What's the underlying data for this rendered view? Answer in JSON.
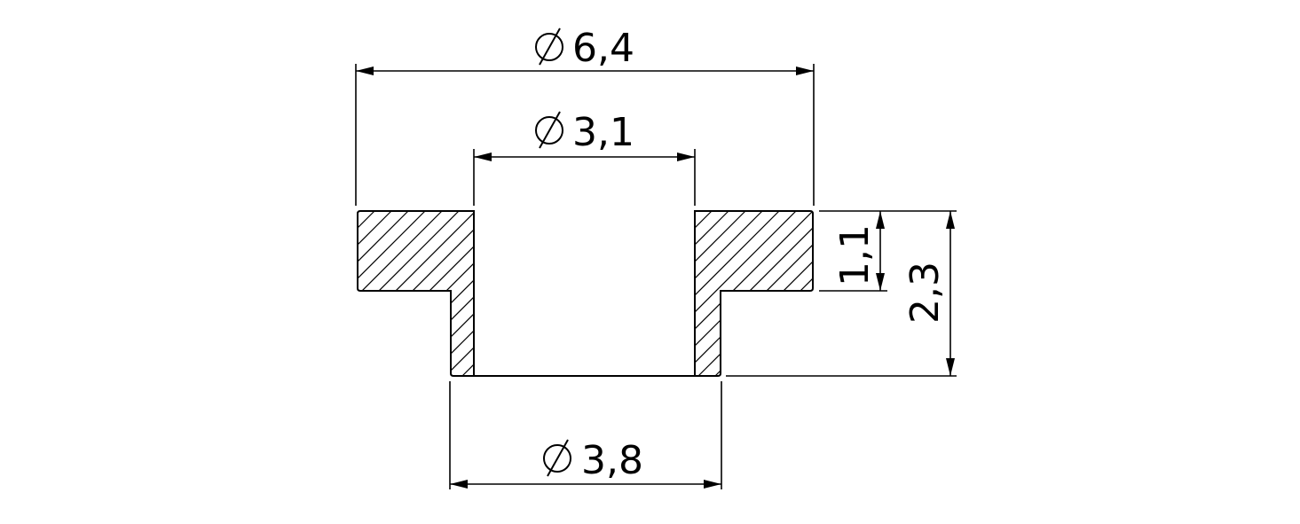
{
  "drawing": {
    "dimensions": {
      "outer_flange_diameter": {
        "symbol": "∅",
        "value": "6,4"
      },
      "bore_diameter": {
        "symbol": "∅",
        "value": "3,1"
      },
      "shank_diameter": {
        "symbol": "∅",
        "value": "3,8"
      },
      "flange_thickness": {
        "value": "1,1"
      },
      "total_height": {
        "value": "2,3"
      }
    },
    "colors": {
      "line": "#000000",
      "background": "#ffffff"
    },
    "icons": {
      "diameter_symbol": "diameter-symbol-icon",
      "arrowhead": "arrowhead-icon"
    }
  }
}
